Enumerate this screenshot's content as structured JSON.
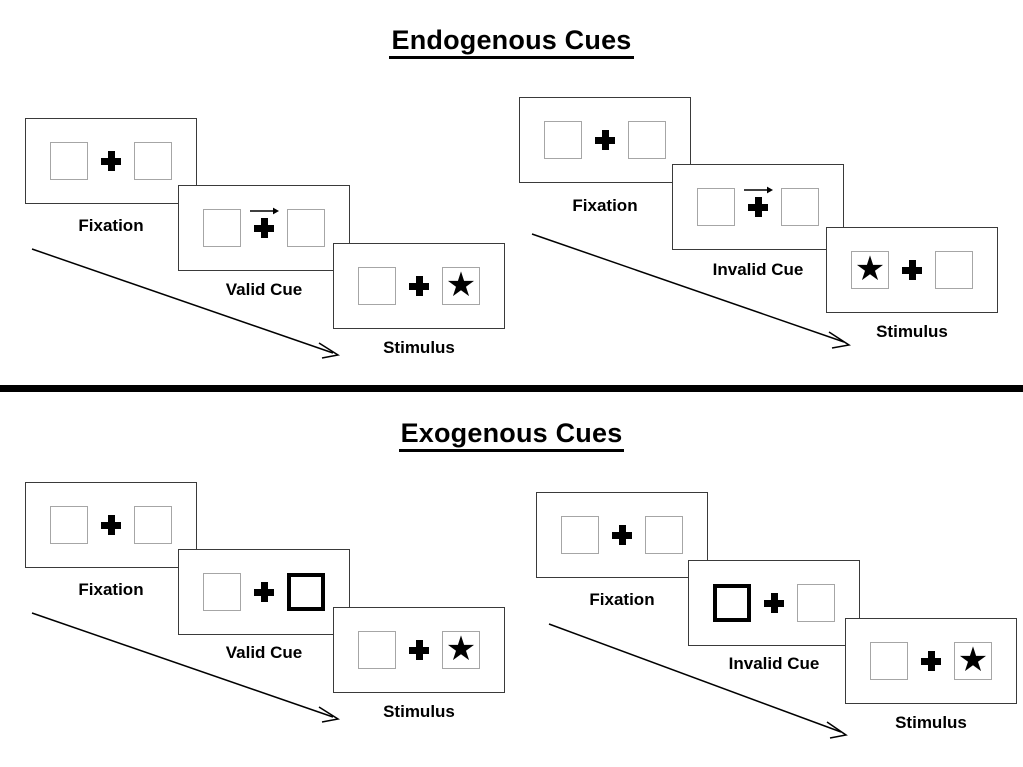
{
  "figure": {
    "sections": [
      {
        "id": "endogenous",
        "title": "Endogenous Cues",
        "cue_type": "arrow",
        "columns": [
          {
            "id": "endogenous-valid",
            "cue_label": "Valid Cue",
            "frames": [
              {
                "id": "fixation",
                "caption": "Fixation",
                "left_box": "empty",
                "right_box": "empty",
                "cue": "none",
                "arrow_direction": ""
              },
              {
                "id": "cue",
                "caption": "Valid Cue",
                "left_box": "empty",
                "right_box": "empty",
                "cue": "arrow-right",
                "arrow_direction": "right"
              },
              {
                "id": "stimulus",
                "caption": "Stimulus",
                "left_box": "empty",
                "right_box": "star",
                "cue": "none",
                "arrow_direction": ""
              }
            ]
          },
          {
            "id": "endogenous-invalid",
            "cue_label": "Invalid Cue",
            "frames": [
              {
                "id": "fixation",
                "caption": "Fixation",
                "left_box": "empty",
                "right_box": "empty",
                "cue": "none",
                "arrow_direction": ""
              },
              {
                "id": "cue",
                "caption": "Invalid Cue",
                "left_box": "empty",
                "right_box": "empty",
                "cue": "arrow-right",
                "arrow_direction": "right"
              },
              {
                "id": "stimulus",
                "caption": "Stimulus",
                "left_box": "star",
                "right_box": "empty",
                "cue": "none",
                "arrow_direction": ""
              }
            ]
          }
        ]
      },
      {
        "id": "exogenous",
        "title": "Exogenous Cues",
        "cue_type": "box-highlight",
        "columns": [
          {
            "id": "exogenous-valid",
            "cue_label": "Valid Cue",
            "frames": [
              {
                "id": "fixation",
                "caption": "Fixation",
                "left_box": "empty",
                "right_box": "empty",
                "cue": "none"
              },
              {
                "id": "cue",
                "caption": "Valid Cue",
                "left_box": "empty",
                "right_box": "cued",
                "cue": "highlight-right"
              },
              {
                "id": "stimulus",
                "caption": "Stimulus",
                "left_box": "empty",
                "right_box": "star",
                "cue": "none"
              }
            ]
          },
          {
            "id": "exogenous-invalid",
            "cue_label": "Invalid Cue",
            "frames": [
              {
                "id": "fixation",
                "caption": "Fixation",
                "left_box": "empty",
                "right_box": "empty",
                "cue": "none"
              },
              {
                "id": "cue",
                "caption": "Invalid Cue",
                "left_box": "cued",
                "right_box": "empty",
                "cue": "highlight-left"
              },
              {
                "id": "stimulus",
                "caption": "Stimulus",
                "left_box": "empty",
                "right_box": "star",
                "cue": "none"
              }
            ]
          }
        ]
      }
    ],
    "time_arrows": [
      {
        "id": "endogenous-left-time-arrow",
        "meaning": "time"
      },
      {
        "id": "endogenous-right-time-arrow",
        "meaning": "time"
      },
      {
        "id": "exogenous-left-time-arrow",
        "meaning": "time"
      },
      {
        "id": "exogenous-right-time-arrow",
        "meaning": "time"
      }
    ],
    "glyphs": {
      "star": "★",
      "fixation_cross": "plus-sign",
      "cue_arrow": "arrow-right"
    },
    "colors": {
      "ink": "#000000",
      "frame_border": "#3a3a3a",
      "box_border": "#a6a6a6",
      "cued_box_border": "#000000",
      "background": "#ffffff"
    }
  }
}
